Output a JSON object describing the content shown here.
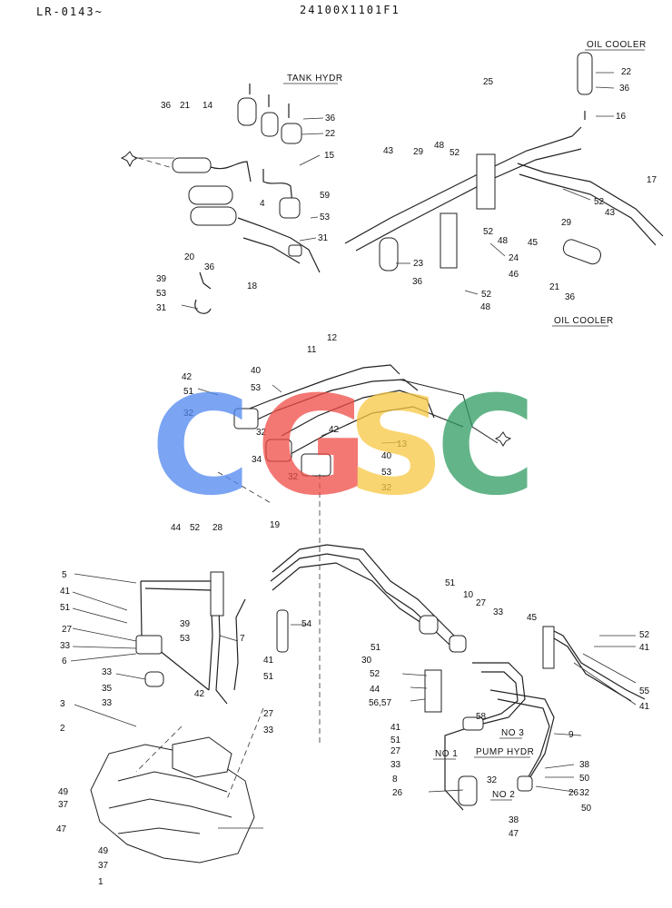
{
  "header": {
    "code_left": "LR-0143~",
    "code_center": "24100X1101F1"
  },
  "captions": {
    "tank_hydr": "TANK HYDR",
    "oil_cooler_top": "OIL COOLER",
    "oil_cooler_bottom": "OIL COOLER",
    "pump_hydr": "PUMP HYDR",
    "no1": "NO 1",
    "no2": "NO 2",
    "no3": "NO 3"
  },
  "watermark": {
    "letters": [
      "C",
      "G",
      "S",
      "C"
    ],
    "colors": [
      "#4f86f0",
      "#ef4b45",
      "#f7c842",
      "#2f9c62"
    ]
  },
  "labels": [
    "36",
    "21",
    "14",
    "36",
    "22",
    "15",
    "4",
    "59",
    "53",
    "31",
    "20",
    "36",
    "39",
    "53",
    "31",
    "18",
    "12",
    "11",
    "25",
    "43",
    "29",
    "48",
    "52",
    "22",
    "36",
    "16",
    "17",
    "52",
    "43",
    "29",
    "52",
    "48",
    "45",
    "24",
    "46",
    "23",
    "36",
    "52",
    "48",
    "21",
    "36",
    "42",
    "51",
    "40",
    "53",
    "32",
    "42",
    "32",
    "13",
    "34",
    "32",
    "40",
    "53",
    "32",
    "44",
    "52",
    "28",
    "19",
    "5",
    "41",
    "51",
    "39",
    "53",
    "27",
    "33",
    "6",
    "33",
    "35",
    "33",
    "7",
    "41",
    "51",
    "42",
    "54",
    "27",
    "33",
    "3",
    "2",
    "41",
    "51",
    "27",
    "33",
    "58",
    "45",
    "52",
    "41",
    "51",
    "30",
    "52",
    "44",
    "56,57",
    "55",
    "41",
    "51",
    "10",
    "27",
    "33",
    "9",
    "38",
    "50",
    "26",
    "32",
    "8",
    "26",
    "32",
    "50",
    "38",
    "47",
    "49",
    "37",
    "47",
    "49",
    "37",
    "1"
  ]
}
